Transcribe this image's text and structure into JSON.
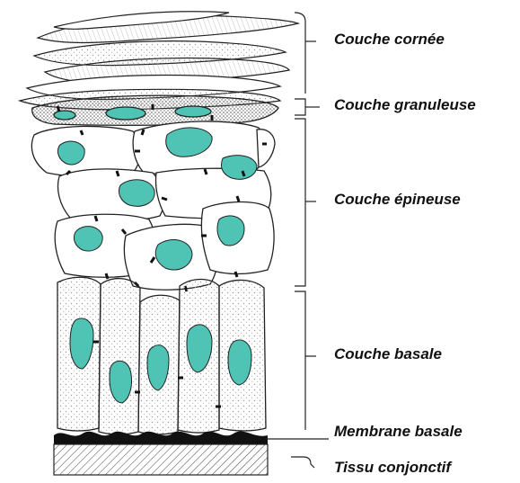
{
  "figure": {
    "layers": [
      {
        "id": "corneum",
        "label": "Couche cornée"
      },
      {
        "id": "granulosum",
        "label": "Couche granuleuse"
      },
      {
        "id": "spinosum",
        "label": "Couche épineuse"
      },
      {
        "id": "basale",
        "label": "Couche basale"
      },
      {
        "id": "membrane",
        "label": "Membrane basale"
      },
      {
        "id": "dermis",
        "label": "Tissu conjonctif"
      }
    ]
  },
  "colors": {
    "nucleus": "#4fc4b4",
    "outline": "#222222",
    "stipple": "#9a9a9a",
    "hatch": "#444444"
  }
}
